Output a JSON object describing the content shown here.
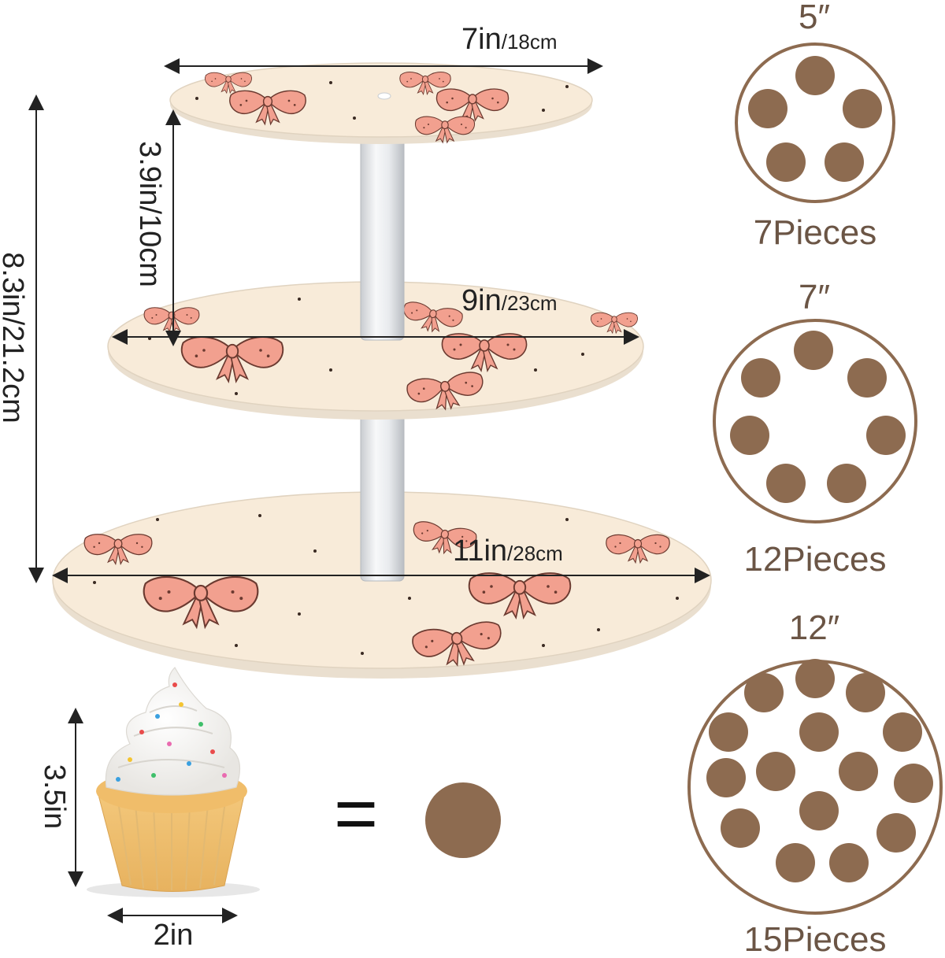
{
  "stand": {
    "top_width": {
      "main": "7in",
      "sub": "/18cm"
    },
    "tier_gap": "3.9in/10cm",
    "total_height": "8.3in/21.2cm",
    "middle_width": {
      "main": "9in",
      "sub": "/23cm"
    },
    "bottom_width": {
      "main": "11in",
      "sub": "/28cm"
    }
  },
  "cupcake": {
    "height": "3.5in",
    "width": "2in",
    "equals": "="
  },
  "capacity": [
    {
      "size": "5″",
      "count": 7,
      "label": "7Pieces"
    },
    {
      "size": "7″",
      "count": 12,
      "label": "12Pieces"
    },
    {
      "size": "12″",
      "count": 15,
      "label": "15Pieces"
    }
  ],
  "colors": {
    "tier_fill": "#f8ebd9",
    "bow": "#f2a08f",
    "dot_brown": "#8d6b50",
    "ring_brown": "#8d6b50"
  }
}
